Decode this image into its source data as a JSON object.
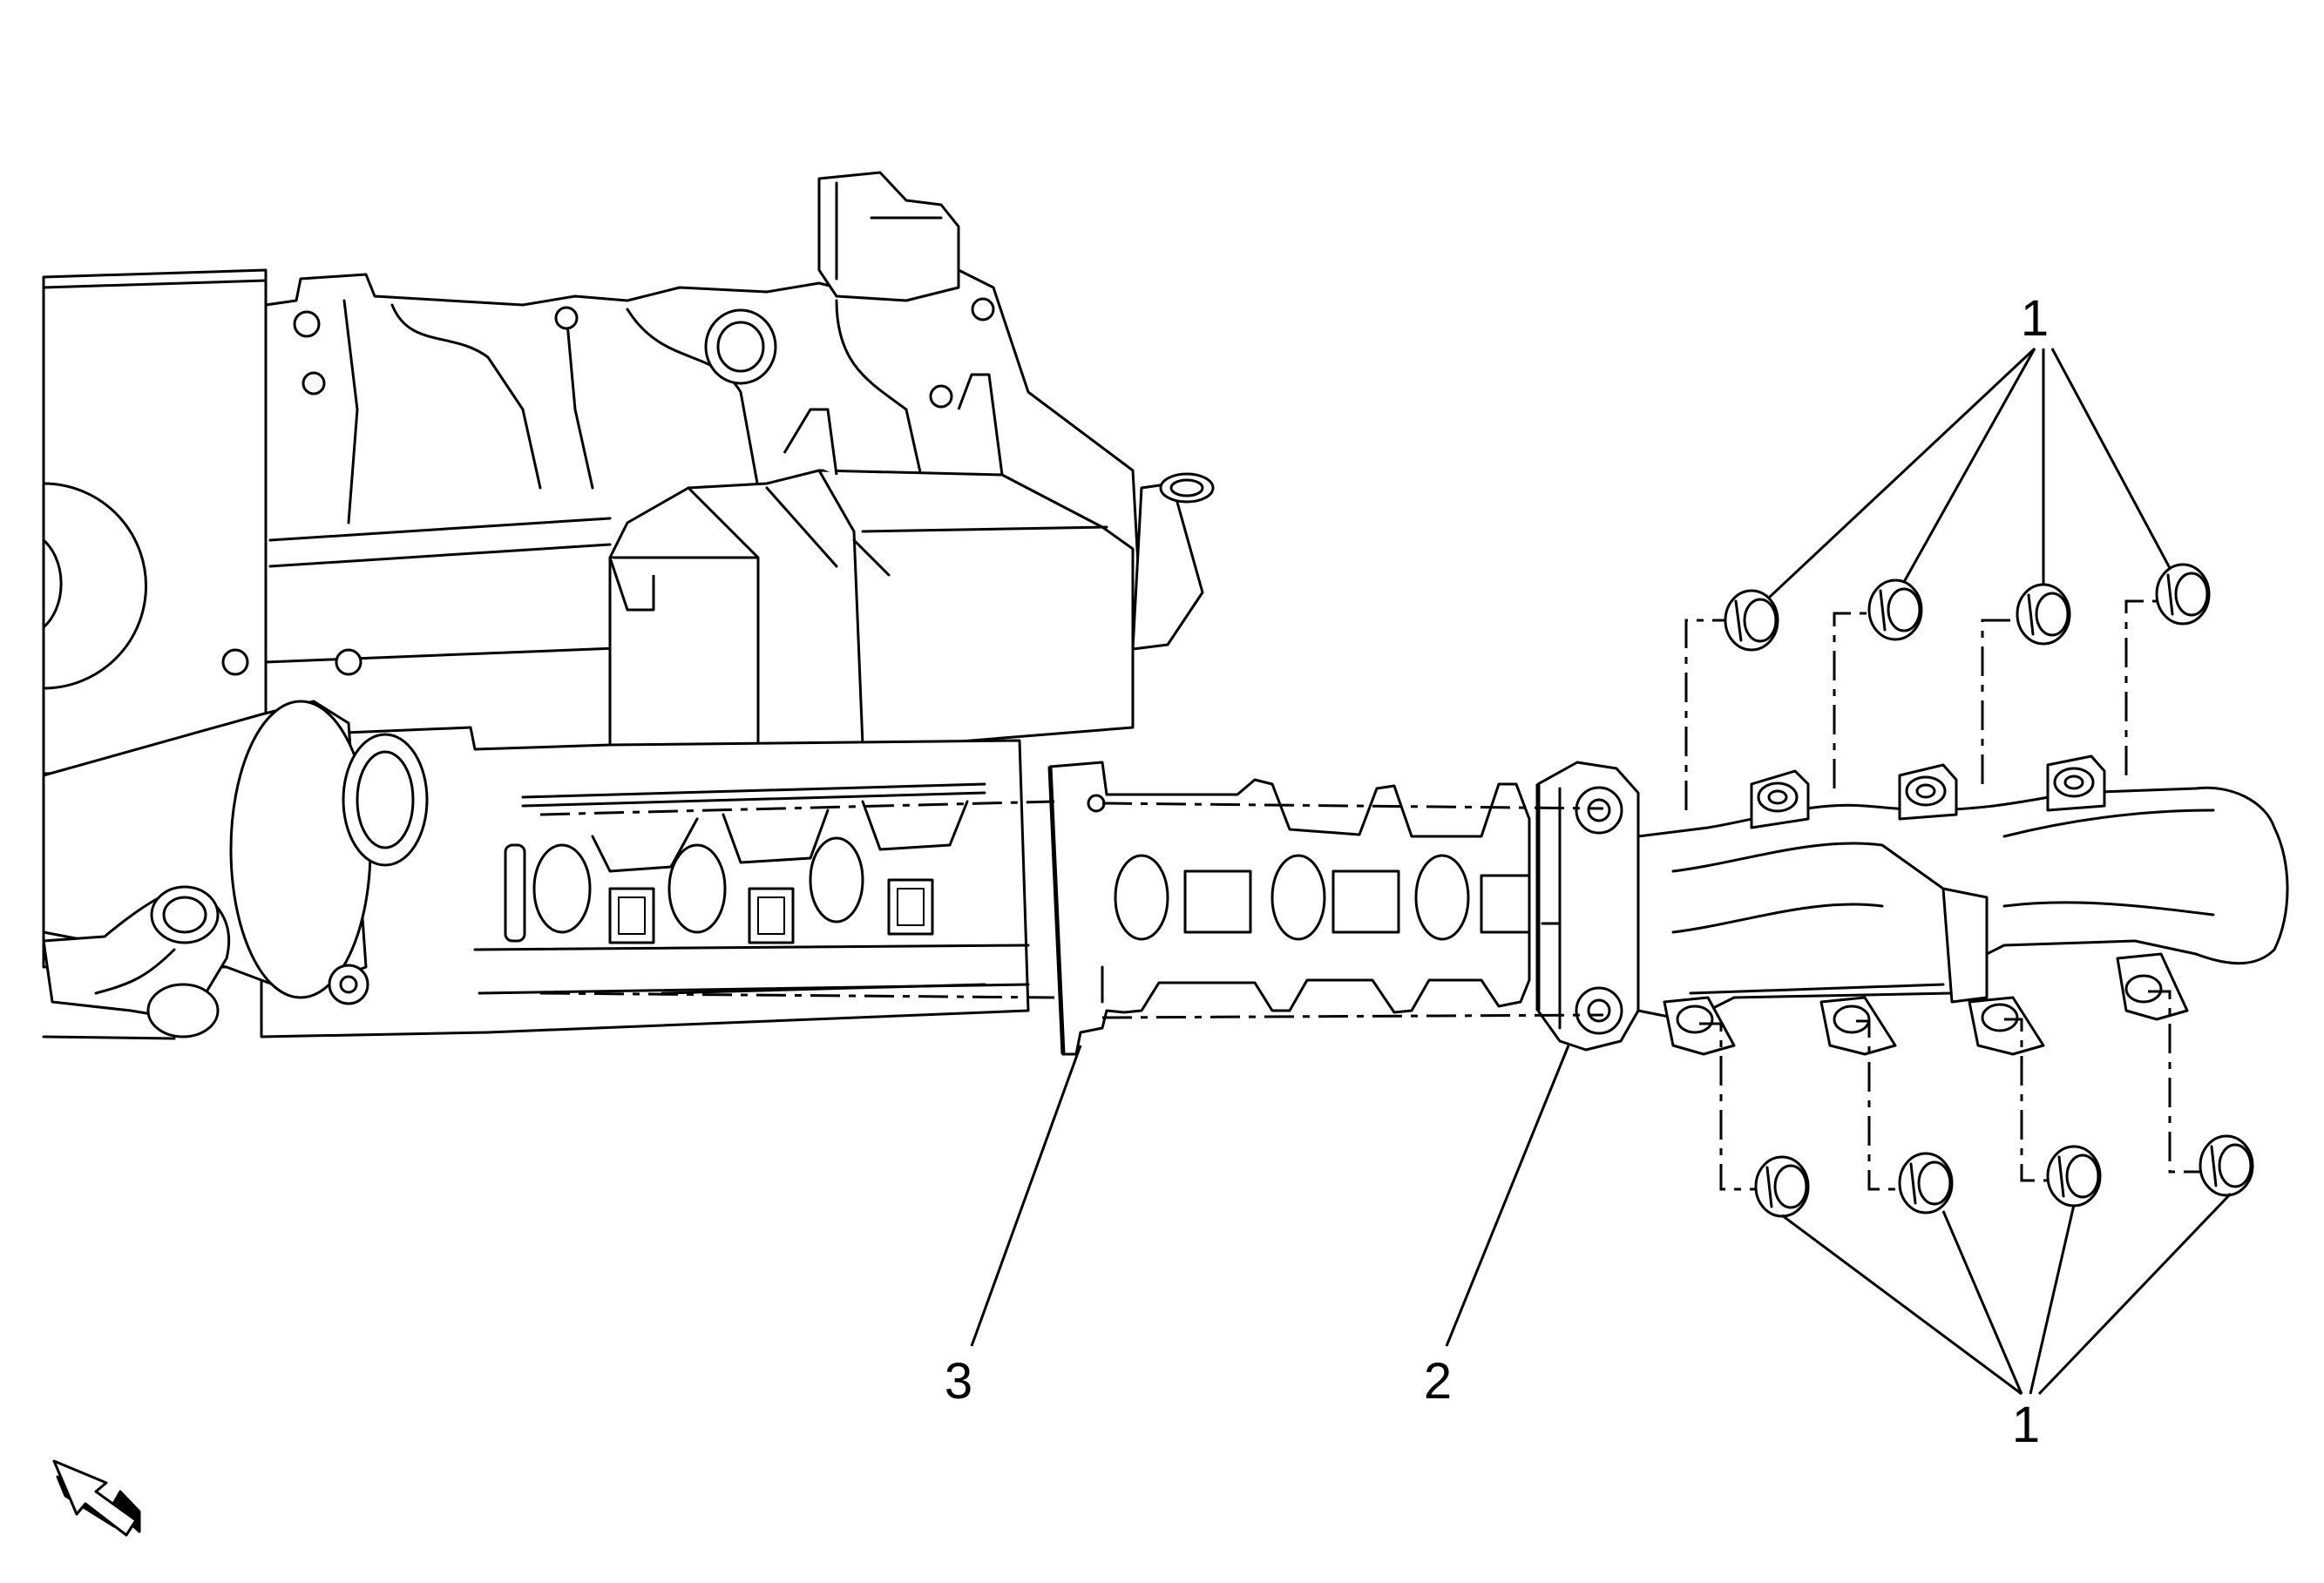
{
  "figure": {
    "callouts": {
      "fastener_top": "1",
      "fastener_bottom": "1",
      "insulator": "2",
      "gasket": "3"
    },
    "orientation_icon": "arrow-front-icon"
  }
}
